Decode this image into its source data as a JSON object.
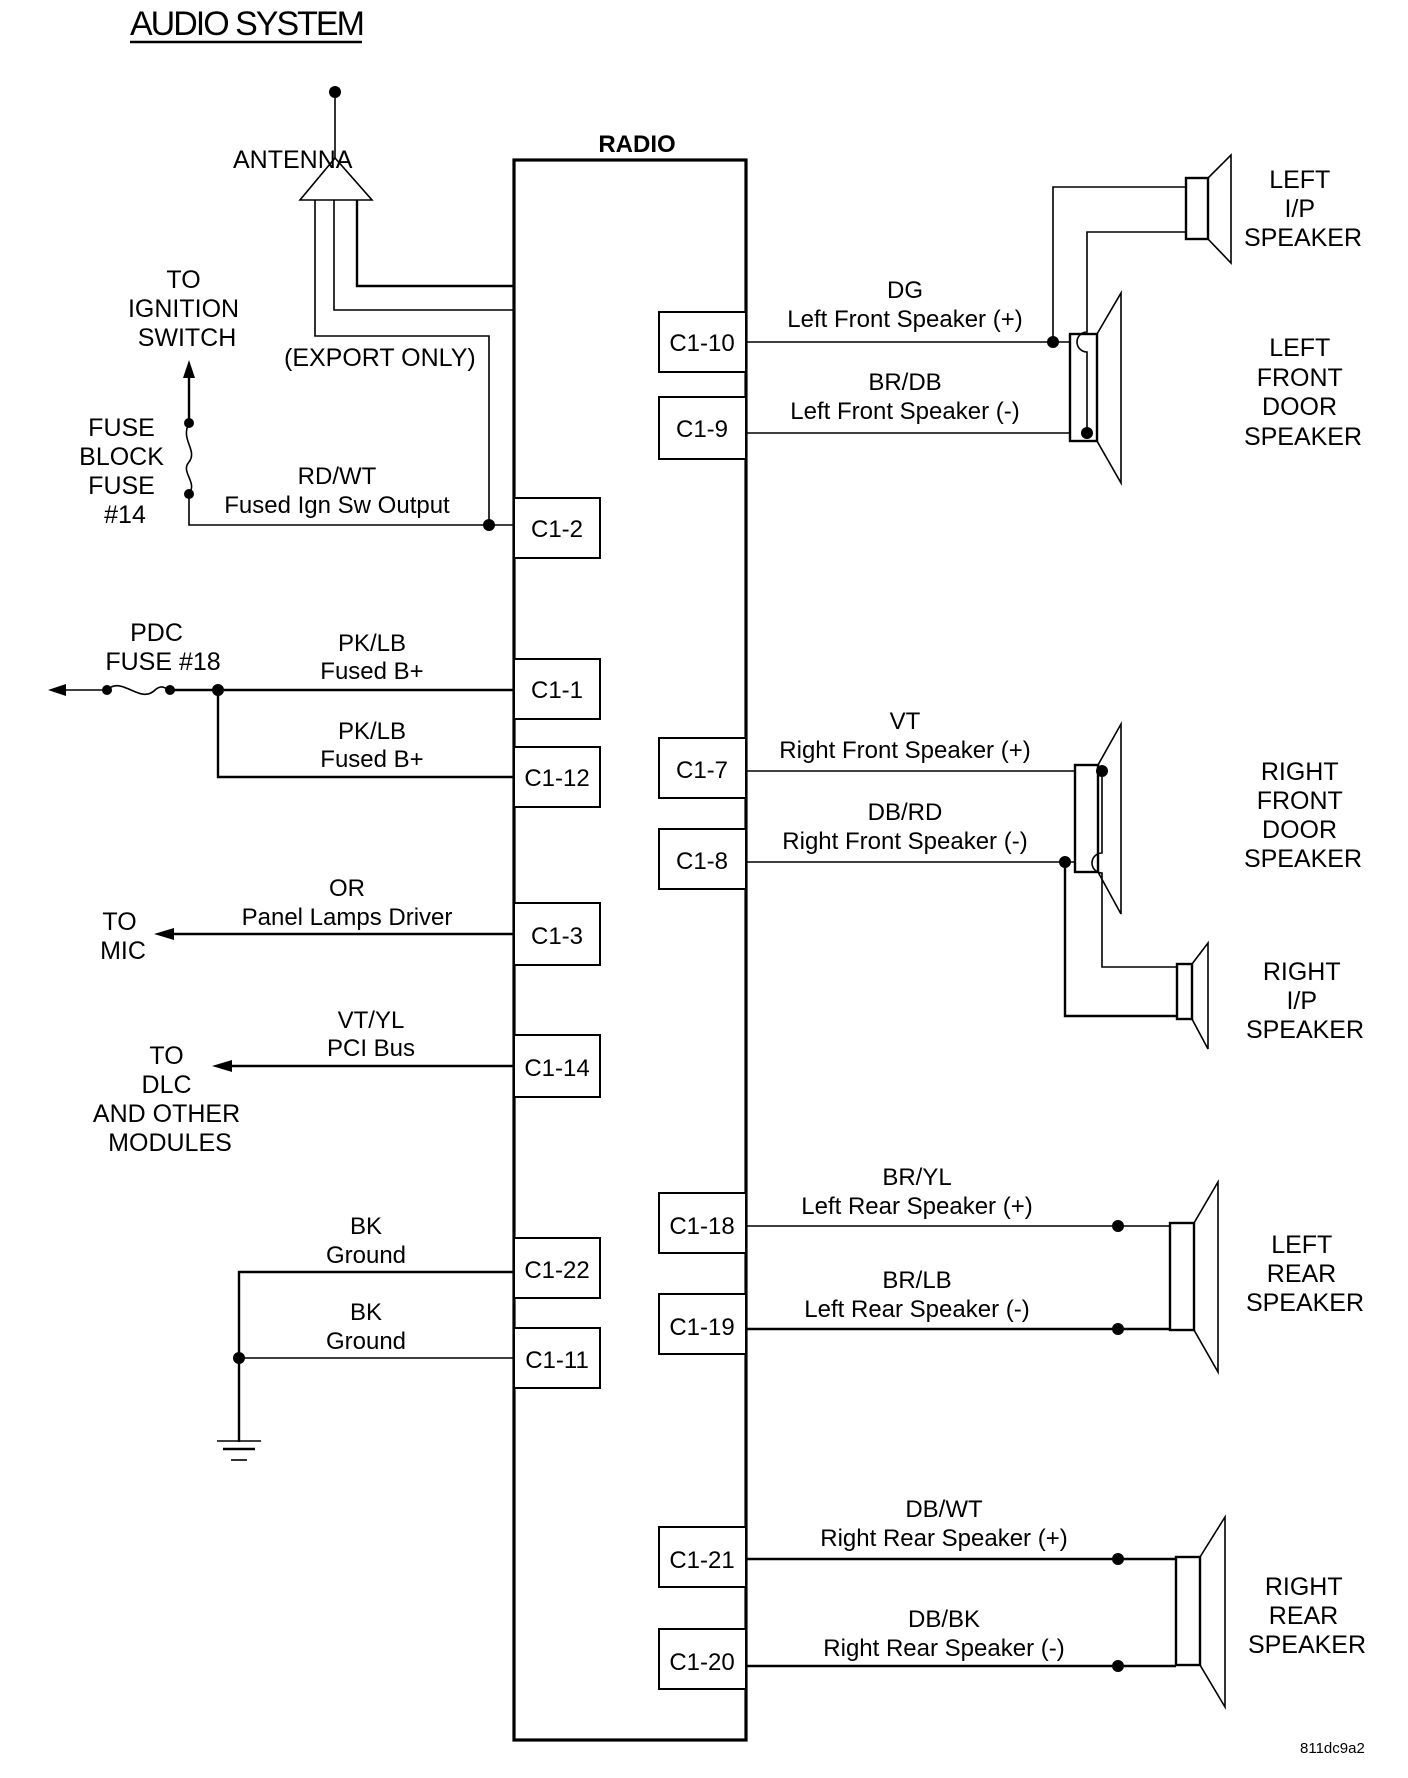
{
  "title": "AUDIO SYSTEM",
  "radio_label": "RADIO",
  "figure_code": "811dc9a2",
  "antenna": {
    "label": "ANTENNA",
    "export_note": "(EXPORT ONLY)"
  },
  "left_components": {
    "ignition": [
      "TO",
      "IGNITION",
      "SWITCH"
    ],
    "fuse_block": [
      "FUSE",
      "BLOCK",
      "FUSE",
      "#14"
    ],
    "pdc_fuse": [
      "PDC",
      "FUSE #18"
    ],
    "mic": [
      "TO",
      "MIC"
    ],
    "dlc": [
      "TO",
      "DLC",
      "AND OTHER",
      "MODULES"
    ]
  },
  "left_circuits": [
    {
      "connector": "C1-2",
      "color": "RD/WT",
      "function": "Fused Ign Sw Output"
    },
    {
      "connector": "C1-1",
      "color": "PK/LB",
      "function": "Fused B+"
    },
    {
      "connector": "C1-12",
      "color": "PK/LB",
      "function": "Fused B+"
    },
    {
      "connector": "C1-3",
      "color": "OR",
      "function": "Panel Lamps Driver"
    },
    {
      "connector": "C1-14",
      "color": "VT/YL",
      "function": "PCI Bus"
    },
    {
      "connector": "C1-22",
      "color": "BK",
      "function": "Ground"
    },
    {
      "connector": "C1-11",
      "color": "BK",
      "function": "Ground"
    }
  ],
  "right_circuits": [
    {
      "connector": "C1-10",
      "color": "DG",
      "function": "Left Front Speaker (+)"
    },
    {
      "connector": "C1-9",
      "color": "BR/DB",
      "function": "Left Front Speaker (-)"
    },
    {
      "connector": "C1-7",
      "color": "VT",
      "function": "Right Front Speaker (+)"
    },
    {
      "connector": "C1-8",
      "color": "DB/RD",
      "function": "Right Front Speaker (-)"
    },
    {
      "connector": "C1-18",
      "color": "BR/YL",
      "function": "Left Rear Speaker (+)"
    },
    {
      "connector": "C1-19",
      "color": "BR/LB",
      "function": "Left Rear Speaker (-)"
    },
    {
      "connector": "C1-21",
      "color": "DB/WT",
      "function": "Right Rear Speaker (+)"
    },
    {
      "connector": "C1-20",
      "color": "DB/BK",
      "function": "Right Rear Speaker (-)"
    }
  ],
  "speakers": [
    {
      "lines": [
        "LEFT",
        "I/P",
        "SPEAKER"
      ]
    },
    {
      "lines": [
        "LEFT",
        "FRONT",
        "DOOR",
        "SPEAKER"
      ]
    },
    {
      "lines": [
        "RIGHT",
        "FRONT",
        "DOOR",
        "SPEAKER"
      ]
    },
    {
      "lines": [
        "RIGHT",
        "I/P",
        "SPEAKER"
      ]
    },
    {
      "lines": [
        "LEFT",
        "REAR",
        "SPEAKER"
      ]
    },
    {
      "lines": [
        "RIGHT",
        "REAR",
        "SPEAKER"
      ]
    }
  ]
}
